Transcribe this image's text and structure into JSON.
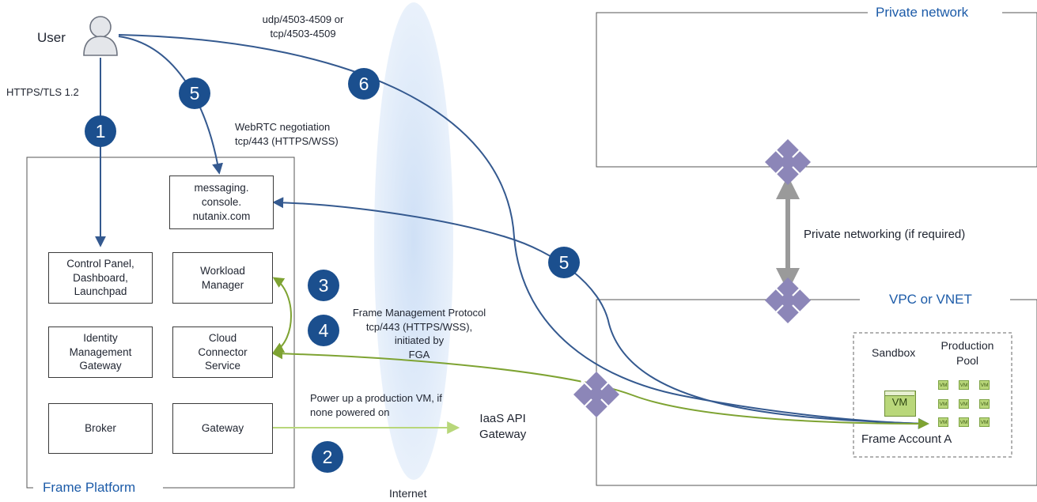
{
  "user_label": "User",
  "https_label": "HTTPS/TLS 1.2",
  "udp_label": "udp/4503-4509 or\ntcp/4503-4509",
  "webrtc_label": "WebRTC negotiation\ntcp/443 (HTTPS/WSS)",
  "fmp_label": "Frame Management Protocol\ntcp/443 (HTTPS/WSS), initiated by\nFGA",
  "power_label": "Power up a production VM, if\nnone powered on",
  "iaas_label": "IaaS API\nGateway",
  "internet_label": "Internet",
  "private_networking_label": "Private networking (if required)",
  "frame_platform": {
    "title": "Frame Platform",
    "components": {
      "messaging": "messaging.\nconsole.\nnutanix.com",
      "control_panel": "Control Panel,\nDashboard,\nLaunchpad",
      "workload_manager": "Workload\nManager",
      "identity_gateway": "Identity\nManagement\nGateway",
      "cloud_connector": "Cloud\nConnector\nService",
      "broker": "Broker",
      "gateway": "Gateway"
    }
  },
  "private_network_title": "Private network",
  "vpc_title": "VPC or VNET",
  "account": {
    "sandbox_label": "Sandbox",
    "production_label": "Production\nPool",
    "sandbox_vm": "VM",
    "pool_vm": "VM",
    "account_label": "Frame Account A"
  },
  "steps": {
    "s1": "1",
    "s2": "2",
    "s3": "3",
    "s4": "4",
    "s5a": "5",
    "s5b": "5",
    "s6": "6"
  },
  "colors": {
    "blue": "#1b4f8e",
    "line_blue": "#34598f",
    "green": "#7ea332",
    "light_green": "#b8d77a",
    "router": "#8c86b8",
    "internet": "#dce8f7"
  }
}
